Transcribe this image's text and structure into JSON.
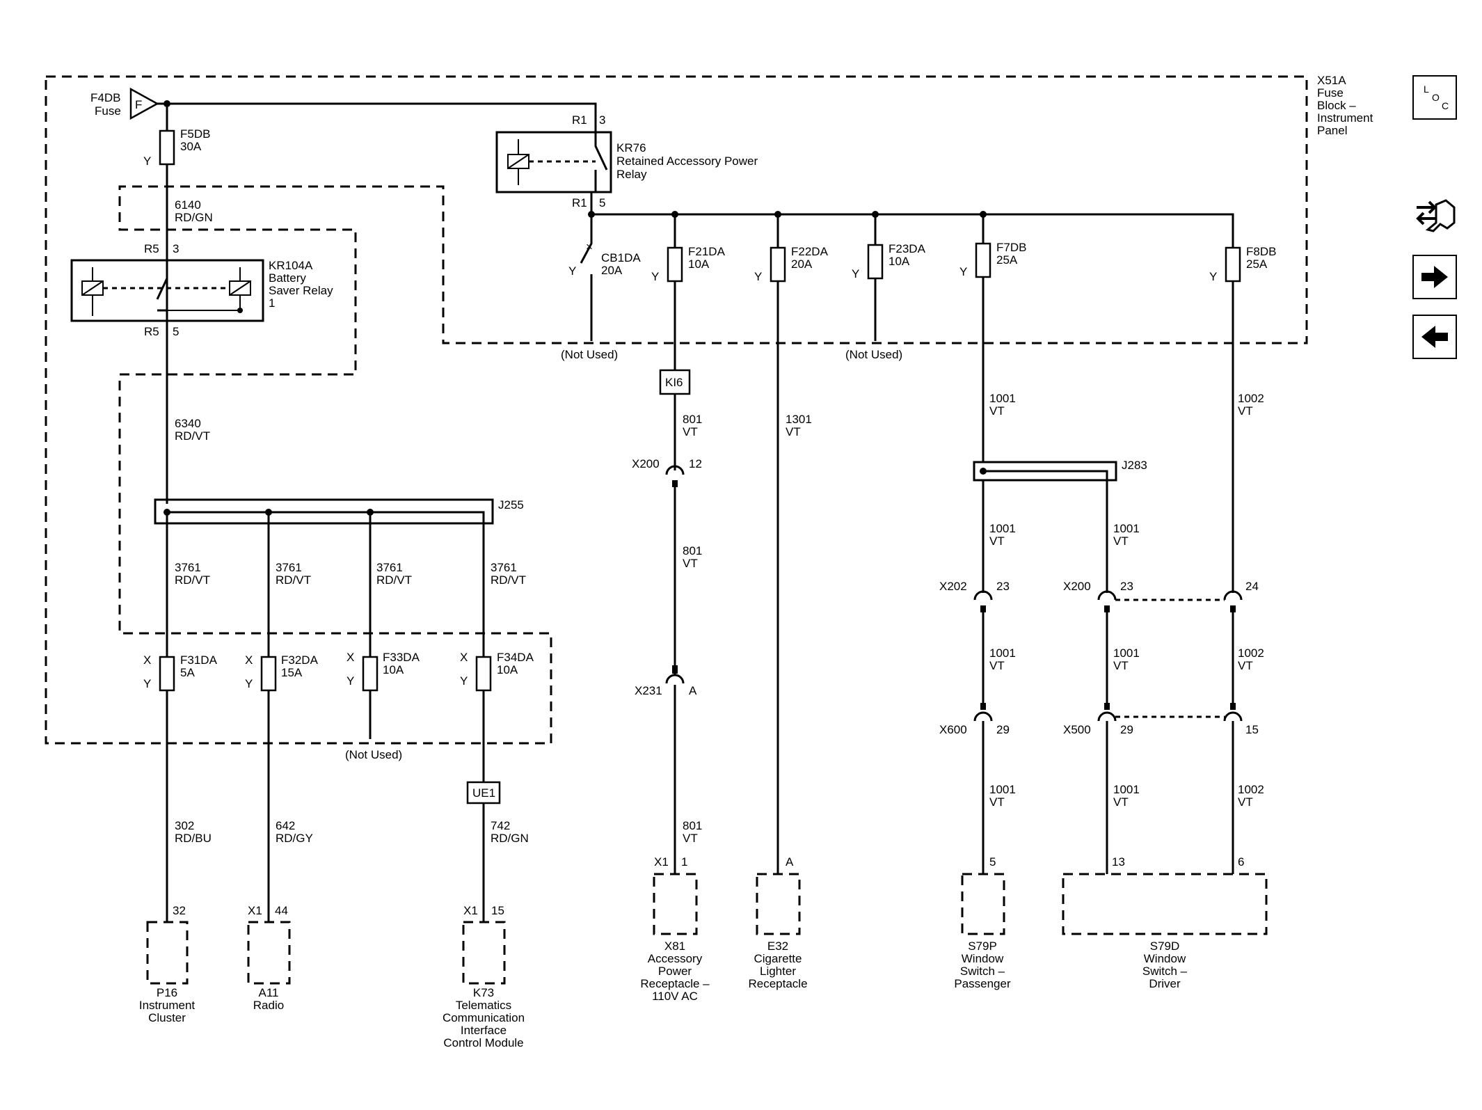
{
  "fuse_block": {
    "name_lines": [
      "X51A",
      "Fuse",
      "Block –",
      "Instrument",
      "Panel"
    ]
  },
  "feed": {
    "fuse_line1": "F4DB",
    "fuse_line2": "Fuse",
    "symbol": "F"
  },
  "fuses": {
    "f5db": {
      "name": "F5DB",
      "rating": "30A",
      "pin": "Y"
    },
    "f21da": {
      "name": "F21DA",
      "rating": "10A",
      "pin": "Y"
    },
    "f22da": {
      "name": "F22DA",
      "rating": "20A",
      "pin": "Y"
    },
    "f23da": {
      "name": "F23DA",
      "rating": "10A",
      "pin": "Y"
    },
    "f7db": {
      "name": "F7DB",
      "rating": "25A",
      "pin": "Y"
    },
    "f8db": {
      "name": "F8DB",
      "rating": "25A",
      "pin": "Y"
    },
    "cb1da": {
      "name": "CB1DA",
      "rating": "20A",
      "pin": "Y"
    },
    "f31da": {
      "name": "F31DA",
      "rating": "5A",
      "pin_x": "X",
      "pin_y": "Y"
    },
    "f32da": {
      "name": "F32DA",
      "rating": "15A",
      "pin_x": "X",
      "pin_y": "Y"
    },
    "f33da": {
      "name": "F33DA",
      "rating": "10A",
      "pin_x": "X",
      "pin_y": "Y"
    },
    "f34da": {
      "name": "F34DA",
      "rating": "10A",
      "pin_x": "X",
      "pin_y": "Y"
    }
  },
  "relays": {
    "kr76": {
      "name": "KR76",
      "desc1": "Retained Accessory Power",
      "desc2": "Relay",
      "in_conn": "R1",
      "in_pin": "3",
      "out_conn": "R1",
      "out_pin": "5"
    },
    "kr104a": {
      "name": "KR104A",
      "desc1": "Battery",
      "desc2": "Saver Relay",
      "desc3": "1",
      "in_conn": "R5",
      "in_pin": "3",
      "out_conn": "R5",
      "out_pin": "5"
    }
  },
  "wires": {
    "w6140": {
      "circuit": "6140",
      "color": "RD/GN"
    },
    "w6340": {
      "circuit": "6340",
      "color": "RD/VT"
    },
    "w3761_1": {
      "circuit": "3761",
      "color": "RD/VT"
    },
    "w3761_2": {
      "circuit": "3761",
      "color": "RD/VT"
    },
    "w3761_3": {
      "circuit": "3761",
      "color": "RD/VT"
    },
    "w3761_4": {
      "circuit": "3761",
      "color": "RD/VT"
    },
    "w302": {
      "circuit": "302",
      "color": "RD/BU"
    },
    "w642": {
      "circuit": "642",
      "color": "RD/GY"
    },
    "w742": {
      "circuit": "742",
      "color": "RD/GN"
    },
    "w801_a": {
      "circuit": "801",
      "color": "VT"
    },
    "w801_b": {
      "circuit": "801",
      "color": "VT"
    },
    "w801_c": {
      "circuit": "801",
      "color": "VT"
    },
    "w1301": {
      "circuit": "1301",
      "color": "VT"
    },
    "w1001_a": {
      "circuit": "1001",
      "color": "VT"
    },
    "w1001_b": {
      "circuit": "1001",
      "color": "VT"
    },
    "w1001_c": {
      "circuit": "1001",
      "color": "VT"
    },
    "w1001_d": {
      "circuit": "1001",
      "color": "VT"
    },
    "w1001_e": {
      "circuit": "1001",
      "color": "VT"
    },
    "w1001_f": {
      "circuit": "1001",
      "color": "VT"
    },
    "w1001_g": {
      "circuit": "1001",
      "color": "VT"
    },
    "w1002_a": {
      "circuit": "1002",
      "color": "VT"
    },
    "w1002_b": {
      "circuit": "1002",
      "color": "VT"
    },
    "w1002_c": {
      "circuit": "1002",
      "color": "VT"
    }
  },
  "splices": {
    "j255": "J255",
    "j283": "J283"
  },
  "inline": {
    "ki6": "KI6",
    "ue1": "UE1"
  },
  "connectors": {
    "x200a": {
      "name": "X200",
      "pin": "12"
    },
    "x231": {
      "name": "X231",
      "pin": "A"
    },
    "x202": {
      "name": "X202",
      "pin": "23"
    },
    "x200b": {
      "name": "X200",
      "pin": "23"
    },
    "x200c": {
      "pin": "24"
    },
    "x600": {
      "name": "X600",
      "pin": "29"
    },
    "x500": {
      "name": "X500",
      "pin": "29"
    },
    "x500b": {
      "pin": "15"
    }
  },
  "not_used": "(Not Used)",
  "components": {
    "p16": {
      "pin": "32",
      "lines": [
        "P16",
        "Instrument",
        "Cluster"
      ]
    },
    "a11": {
      "conn": "X1",
      "pin": "44",
      "lines": [
        "A11",
        "Radio"
      ]
    },
    "k73": {
      "conn": "X1",
      "pin": "15",
      "lines": [
        "K73",
        "Telematics",
        "Communication",
        "Interface",
        "Control Module"
      ]
    },
    "x81": {
      "conn": "X1",
      "pin": "1",
      "lines": [
        "X81",
        "Accessory",
        "Power",
        "Receptacle –",
        "110V AC"
      ]
    },
    "e32": {
      "pin": "A",
      "lines": [
        "E32",
        "Cigarette",
        "Lighter",
        "Receptacle"
      ]
    },
    "s79p": {
      "pin": "5",
      "lines": [
        "S79P",
        "Window",
        "Switch –",
        "Passenger"
      ]
    },
    "s79d": {
      "pin_a": "13",
      "pin_b": "6",
      "lines": [
        "S79D",
        "Window",
        "Switch –",
        "Driver"
      ]
    }
  },
  "nav": {
    "loc_l": "L",
    "loc_o": "O",
    "loc_c": "C"
  },
  "icons": {
    "loc": "loc-icon",
    "tool": "wrench-connector-icon",
    "next": "arrow-right-icon",
    "prev": "arrow-left-icon"
  }
}
